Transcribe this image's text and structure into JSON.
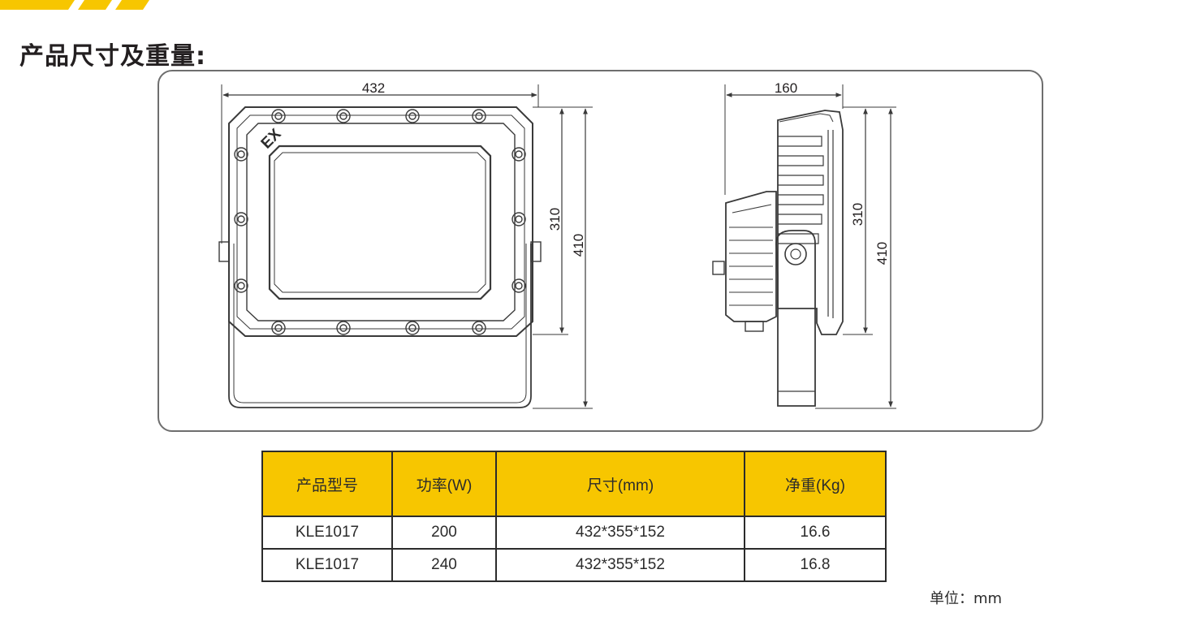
{
  "colors": {
    "accent": "#f7c600",
    "frame": "#6e6e6e",
    "line": "#3a3a3a"
  },
  "page": {
    "title": "产品尺寸及重量:"
  },
  "drawing": {
    "front": {
      "width_label": "432",
      "inner_height_label": "310",
      "total_height_label": "410"
    },
    "side": {
      "width_label": "160",
      "inner_height_label": "310",
      "total_height_label": "410"
    },
    "ex_mark": "EX"
  },
  "table": {
    "headers": [
      "产品型号",
      "功率(W)",
      "尺寸(mm)",
      "净重(Kg)"
    ],
    "rows": [
      [
        "KLE1017",
        "200",
        "432*355*152",
        "16.6"
      ],
      [
        "KLE1017",
        "240",
        "432*355*152",
        "16.8"
      ]
    ]
  },
  "unit_note": "单位：mm"
}
